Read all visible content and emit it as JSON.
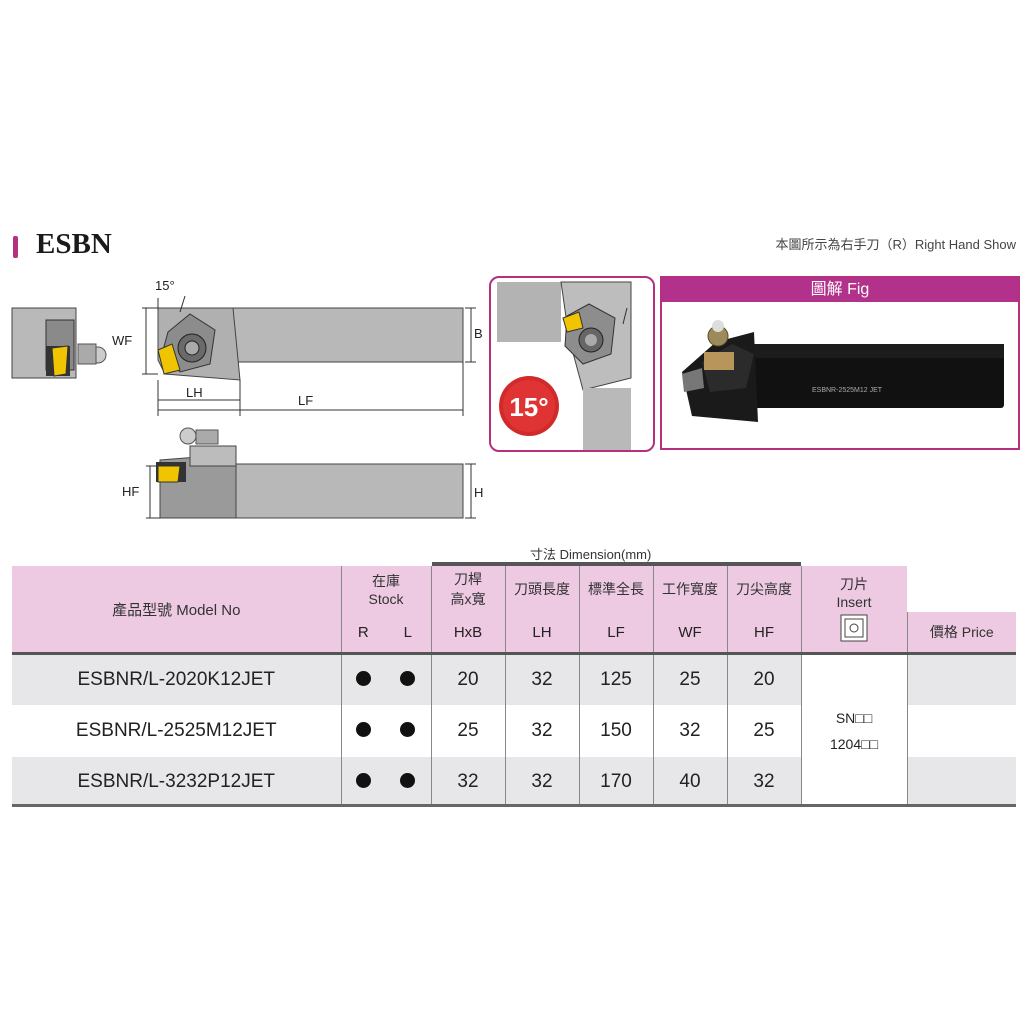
{
  "title": "ESBN",
  "note": "本圖所示為右手刀（R）Right Hand Show",
  "drawing": {
    "angle": "15°",
    "wf": "WF",
    "lh": "LH",
    "lf": "LF",
    "b": "B",
    "hf": "HF",
    "h": "H"
  },
  "detail": {
    "angle_badge": "15°"
  },
  "fig": {
    "header": "圖解 Fig",
    "engraving": "ESBNR-2525M12 JET"
  },
  "table": {
    "dimension_title": "寸法 Dimension(mm)",
    "model_header": "產品型號 Model No",
    "stock_header_cn": "在庫",
    "stock_header_en": "Stock",
    "stock_r": "R",
    "stock_l": "L",
    "col_hxb_cn1": "刀桿",
    "col_hxb_cn2": "高x寬",
    "col_hxb": "HxB",
    "col_lh_cn": "刀頭長度",
    "col_lh": "LH",
    "col_lf_cn": "標準全長",
    "col_lf": "LF",
    "col_wf_cn": "工作寬度",
    "col_wf": "WF",
    "col_hf_cn": "刀尖高度",
    "col_hf": "HF",
    "insert_cn": "刀片",
    "insert_en": "Insert",
    "price_header": "價格 Price",
    "insert_value_1": "SN□□",
    "insert_value_2": "1204□□",
    "rows": [
      {
        "model": "ESBNR/L-2020K12JET",
        "hxb": "20",
        "lh": "32",
        "lf": "125",
        "wf": "25",
        "hf": "20"
      },
      {
        "model": "ESBNR/L-2525M12JET",
        "hxb": "25",
        "lh": "32",
        "lf": "150",
        "wf": "32",
        "hf": "25"
      },
      {
        "model": "ESBNR/L-3232P12JET",
        "hxb": "32",
        "lh": "32",
        "lf": "170",
        "wf": "40",
        "hf": "32"
      }
    ]
  }
}
